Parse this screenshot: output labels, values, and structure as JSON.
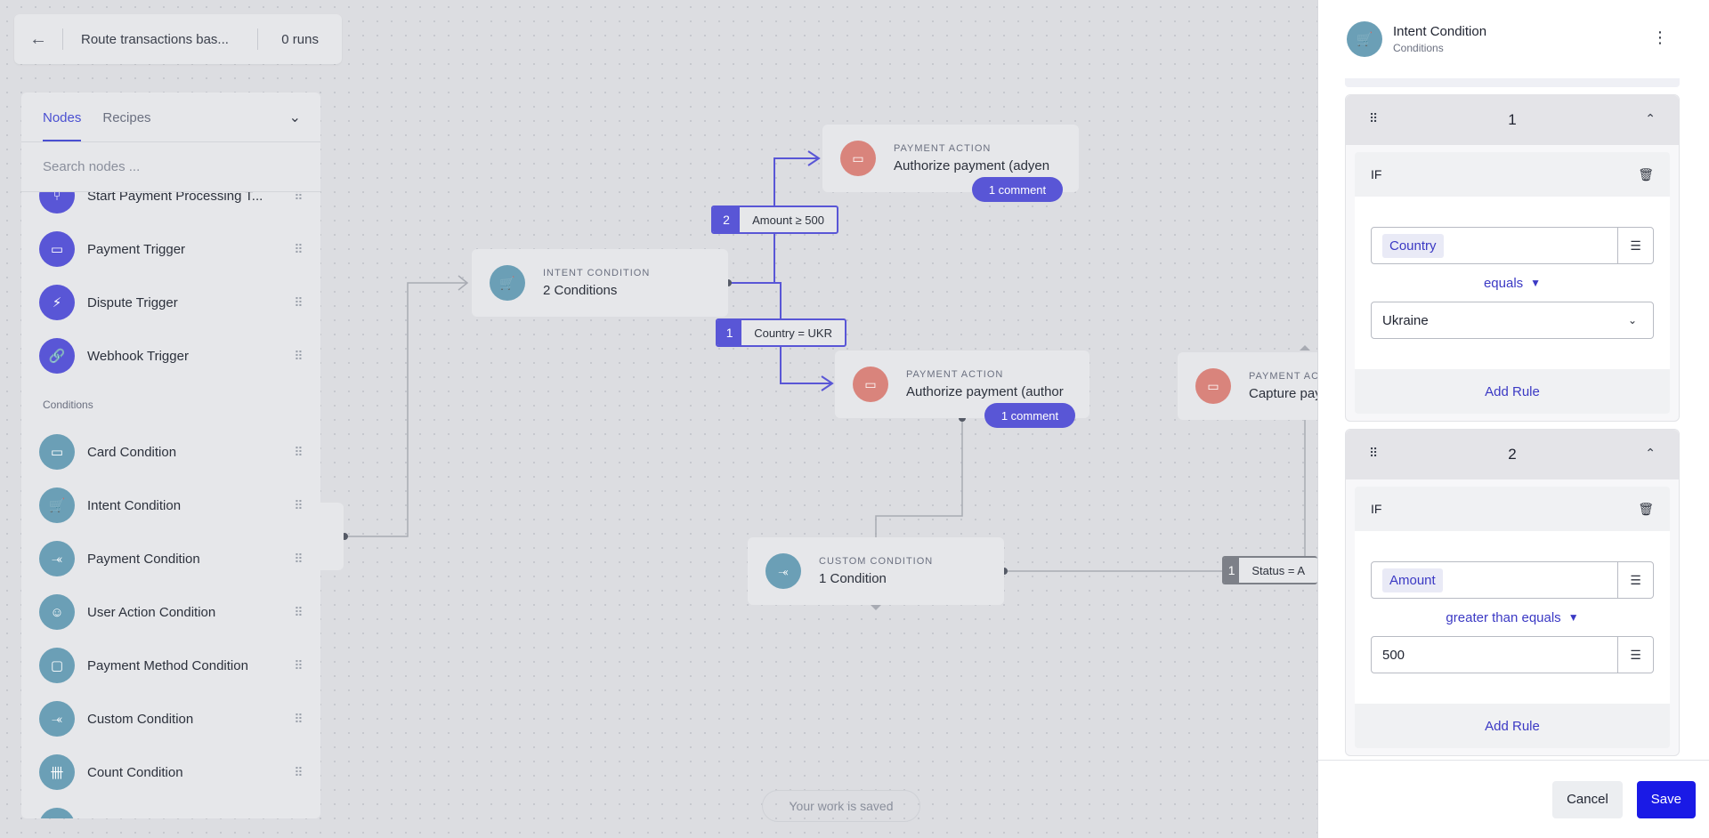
{
  "topbar": {
    "back_icon": "arrow-left-icon",
    "title": "Route transactions bas...",
    "runs": "0 runs"
  },
  "palette": {
    "tabs": [
      {
        "label": "Nodes",
        "active": true
      },
      {
        "label": "Recipes",
        "active": false
      }
    ],
    "search_placeholder": "Search nodes ...",
    "trigger_items": [
      {
        "label": "Start Payment Processing T...",
        "icon": "flow-start-icon"
      },
      {
        "label": "Payment Trigger",
        "icon": "card-icon"
      },
      {
        "label": "Dispute Trigger",
        "icon": "bolt-icon"
      },
      {
        "label": "Webhook Trigger",
        "icon": "link-icon"
      }
    ],
    "conditions_label": "Conditions",
    "condition_items": [
      {
        "label": "Card Condition",
        "icon": "card-icon"
      },
      {
        "label": "Intent Condition",
        "icon": "cart-icon"
      },
      {
        "label": "Payment Condition",
        "icon": "branch-icon"
      },
      {
        "label": "User Action Condition",
        "icon": "user-icon"
      },
      {
        "label": "Payment Method Condition",
        "icon": "wallet-icon"
      },
      {
        "label": "Custom Condition",
        "icon": "branch-icon"
      },
      {
        "label": "Count Condition",
        "icon": "tally-icon"
      }
    ]
  },
  "canvas": {
    "intent_node": {
      "type": "INTENT CONDITION",
      "name": "2 Conditions"
    },
    "payment_node_1": {
      "type": "PAYMENT ACTION",
      "name": "Authorize payment (adyen",
      "comment": "1 comment"
    },
    "payment_node_2": {
      "type": "PAYMENT ACTION",
      "name": "Authorize payment (author",
      "comment": "1 comment"
    },
    "payment_node_3": {
      "type": "PAYMENT ACT",
      "name": "Capture paym"
    },
    "custom_node": {
      "type": "CUSTOM CONDITION",
      "name": "1 Condition"
    },
    "edge_labels": [
      {
        "num": "2",
        "text": "Amount ≥ 500"
      },
      {
        "num": "1",
        "text": "Country = UKR"
      },
      {
        "num": "1",
        "text": "Status = A"
      }
    ],
    "saved_status": "Your work is saved"
  },
  "panel": {
    "title": "Intent Condition",
    "subtitle": "Conditions",
    "icon": "cart-icon",
    "conditions": [
      {
        "number": "1",
        "if_label": "IF",
        "field": "Country",
        "operator": "equals",
        "value": "Ukraine",
        "add_rule": "Add Rule"
      },
      {
        "number": "2",
        "if_label": "IF",
        "field": "Amount",
        "operator": "greater than equals",
        "value": "500",
        "add_rule": "Add Rule"
      }
    ],
    "cancel_label": "Cancel",
    "save_label": "Save"
  },
  "colors": {
    "accent": "#5956d6",
    "link": "#3b39c4",
    "save_button": "#1a1ae6",
    "condition_icon": "#6b9fb6",
    "action_icon": "#d9847c"
  }
}
